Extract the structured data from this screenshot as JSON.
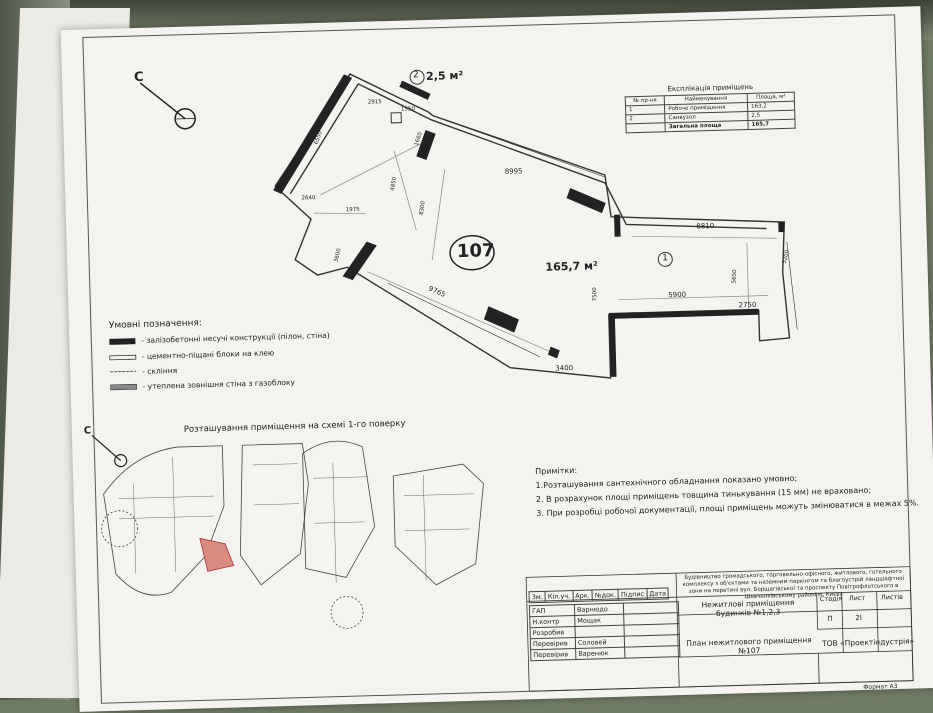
{
  "plan": {
    "room_number": "107",
    "total_area": "165,7 м²",
    "bathroom_marker": "2",
    "bathroom_area": "2,5 м²",
    "office_marker": "1",
    "north_label": "С",
    "north_label_small": "С",
    "dimensions": [
      "2915",
      "1550",
      "6550",
      "1660",
      "4850",
      "2640",
      "1975",
      "3600",
      "8300",
      "8995",
      "8810",
      "5650",
      "3200",
      "7500",
      "5900",
      "2750",
      "9765",
      "3400"
    ]
  },
  "explication": {
    "title": "Експлікація приміщень",
    "headers": [
      "№ пр-ня",
      "Найменування",
      "Площа, м²"
    ],
    "rows": [
      [
        "1",
        "Робоче приміщення",
        "163,2"
      ],
      [
        "2",
        "Санвузол",
        "2,5"
      ],
      [
        "",
        "Загальна площа",
        "165,7"
      ]
    ]
  },
  "legend": {
    "title": "Умовні позначення:",
    "items": [
      "- залізобетонні несучі конструкції (пілон, стіна)",
      "- цементно-піщані блоки на клею",
      "- скління",
      "- утеплена зовнішня стіна з газоблоку"
    ]
  },
  "scheme": {
    "title": "Розташування приміщення на схемі 1-го поверку"
  },
  "notes": {
    "title": "Примітки:",
    "items": [
      "1.Розташування сантехнічного обладнання показано умовно;",
      "2. В розрахунок площі приміщень товщина тинькування (15 мм) не враховано;",
      "3. При розробці робочої документації, площі приміщень можуть змінюватися в межах 5%."
    ]
  },
  "title_block": {
    "project": "Будівництво громадського, торговельно-офісного, житлового, готельного комплексу з об'єктами та наземним паркінгом та благоустрій ландшафтної зони на перетині вул. Борщагівської та проспекту Повітрофлотського в Шевченківському районі м. Києва",
    "cols": [
      "Зм.",
      "Кіл.уч.",
      "Арк.",
      "№док.",
      "Підпис",
      "Дата"
    ],
    "roles": [
      {
        "role": "ГАП",
        "name": "Варнюдо"
      },
      {
        "role": "Н.контр",
        "name": "Мощак"
      },
      {
        "role": "Розробив",
        "name": ""
      },
      {
        "role": "Перевірив",
        "name": "Соловей"
      },
      {
        "role": "Перевірив",
        "name": "Варенюк"
      }
    ],
    "object_name": "Нежитлові приміщення будинків №1,2,3",
    "stage_header": "Стадія",
    "sheet_header": "Лист",
    "sheets_header": "Листів",
    "stage": "П",
    "sheet": "2І",
    "sheets": "",
    "drawing_title": "План нежитлового приміщення №107",
    "company": "ТОВ «Проектіндустрія»",
    "format": "Формат А3"
  }
}
